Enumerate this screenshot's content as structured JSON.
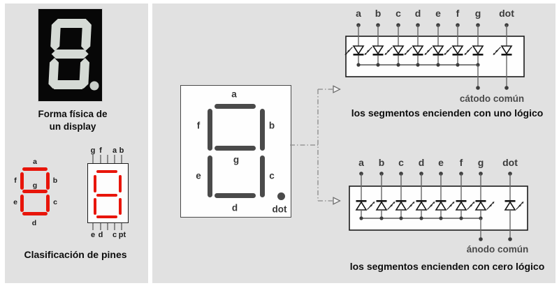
{
  "left_panel": {
    "photo_caption": [
      "Forma física de",
      "un display"
    ],
    "caption": "Clasificación de pines",
    "red_labels": {
      "a": "a",
      "f": "f",
      "b": "b",
      "g": "g",
      "e": "e",
      "c": "c",
      "d": "d"
    },
    "pin_top": [
      "g",
      "f",
      "a",
      "b"
    ],
    "pin_bottom": [
      "e",
      "d",
      "c",
      "pt"
    ]
  },
  "center": {
    "labels": {
      "a": "a",
      "f": "f",
      "b": "b",
      "g": "g",
      "e": "e",
      "c": "c",
      "d": "d"
    },
    "dot_label": "dot"
  },
  "circuits": {
    "labels": [
      "a",
      "b",
      "c",
      "d",
      "e",
      "f",
      "g",
      "dot"
    ],
    "common_cathode": {
      "common_label": "cátodo común",
      "caption": "los segmentos encienden con uno lógico"
    },
    "common_anode": {
      "common_label": "ánodo común",
      "caption": "los segmentos encienden con cero lógico"
    }
  },
  "colors": {
    "panel_bg": "#e1e1e1",
    "segment_red": "#e8150a",
    "segment_dark": "#4a4a4a",
    "photo_segment": "#d5dad5",
    "gray_text": "#4a4a4a"
  }
}
